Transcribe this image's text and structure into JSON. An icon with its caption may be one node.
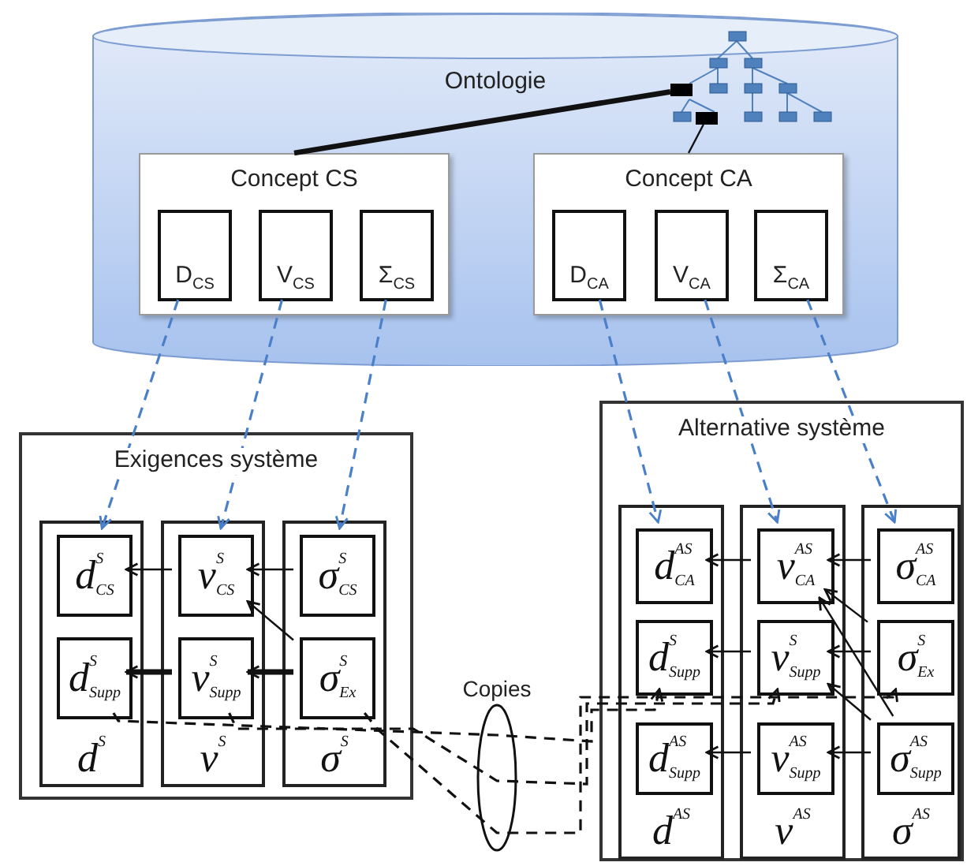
{
  "diagram": {
    "nodes": [
      {
        "text": [
          "Ontologie"
        ]
      },
      {
        "text": [],
        "shape": "box",
        "in": 0
      },
      {
        "text": [],
        "shape": "box",
        "in": 0
      },
      {
        "text": [
          "Concept CS"
        ],
        "in": 0
      },
      {
        "text": [
          "D$_{CS}$"
        ],
        "in": 3
      },
      {
        "text": [
          "V$_{CS}$"
        ],
        "in": 3
      },
      {
        "text": [
          "Σ$_{CS}$"
        ],
        "in": 3
      },
      {
        "text": [
          "Concept CA"
        ],
        "in": 0
      },
      {
        "text": [
          "D$_{CA}$"
        ],
        "in": 7
      },
      {
        "text": [
          "V$_{CA}$"
        ],
        "in": 7
      },
      {
        "text": [
          "Σ$_{CA}$"
        ],
        "in": 7
      },
      {
        "text": [
          "Exigences système"
        ]
      },
      {
        "text": [
          "d$^{S}$"
        ],
        "in": 11
      },
      {
        "text": [
          "d$^{S}$$_{CS}$"
        ],
        "in": 12
      },
      {
        "text": [
          "d$^{S}$$_{Supp}$"
        ],
        "in": 12
      },
      {
        "text": [
          "v$^{S}$"
        ],
        "in": 11
      },
      {
        "text": [
          "v$^{S}$$_{CS}$"
        ],
        "in": 15
      },
      {
        "text": [
          "v$^{S}$$_{Supp}$"
        ],
        "in": 15
      },
      {
        "text": [
          "σ$^{S}$"
        ],
        "in": 11
      },
      {
        "text": [
          "σ$^{S}$$_{CS}$"
        ],
        "in": 18
      },
      {
        "text": [
          "σ$^{S}$$_{Ex}$"
        ],
        "in": 18
      },
      {
        "text": [
          "Alternative système"
        ]
      },
      {
        "text": [
          "d$^{AS}$"
        ],
        "in": 21
      },
      {
        "text": [
          "d$^{AS}$$_{CA}$"
        ],
        "in": 22
      },
      {
        "text": [
          "d$^{S}$$_{Supp}$"
        ],
        "in": 22
      },
      {
        "text": [
          "d$^{AS}$$_{Supp}$"
        ],
        "in": 22
      },
      {
        "text": [
          "v$^{AS}$"
        ],
        "in": 21
      },
      {
        "text": [
          "v$^{AS}$$_{CA}$"
        ],
        "in": 26
      },
      {
        "text": [
          "v$^{S}$$_{Supp}$"
        ],
        "in": 26
      },
      {
        "text": [
          "v$^{AS}$$_{Supp}$"
        ],
        "in": 26
      },
      {
        "text": [
          "σ$^{AS}$"
        ],
        "in": 21
      },
      {
        "text": [
          "σ$^{AS}$$_{CA}$"
        ],
        "in": 30
      },
      {
        "text": [
          "σ$^{S}$$_{Ex}$"
        ],
        "in": 30
      },
      {
        "text": [
          "σ$^{AS}$$_{Supp}$"
        ],
        "in": 30
      }
    ],
    "edges": [
      {
        "from": 3,
        "to": 1,
        "arrow": "none",
        "style": "thick"
      },
      {
        "from": 7,
        "to": 2,
        "arrow": "none"
      },
      {
        "from": 4,
        "to": 13,
        "arrow": "to",
        "style": "dashed",
        "color": "#4a7fc9"
      },
      {
        "from": 5,
        "to": 16,
        "arrow": "to",
        "style": "dashed",
        "color": "#4a7fc9"
      },
      {
        "from": 6,
        "to": 19,
        "arrow": "to",
        "style": "dashed",
        "color": "#4a7fc9"
      },
      {
        "from": 8,
        "to": 23,
        "arrow": "to",
        "style": "dashed",
        "color": "#4a7fc9"
      },
      {
        "from": 9,
        "to": 27,
        "arrow": "to",
        "style": "dashed",
        "color": "#4a7fc9"
      },
      {
        "from": 10,
        "to": 31,
        "arrow": "to",
        "style": "dashed",
        "color": "#4a7fc9"
      },
      {
        "from": 16,
        "to": 13,
        "arrow": "to"
      },
      {
        "from": 19,
        "to": 16,
        "arrow": "to"
      },
      {
        "from": 17,
        "to": 14,
        "arrow": "to",
        "style": "thick"
      },
      {
        "from": 20,
        "to": 17,
        "arrow": "to",
        "style": "thick"
      },
      {
        "from": 20,
        "to": 16,
        "arrow": "to"
      },
      {
        "from": 27,
        "to": 23,
        "arrow": "to"
      },
      {
        "from": 31,
        "to": 27,
        "arrow": "to"
      },
      {
        "from": 28,
        "to": 24,
        "arrow": "to"
      },
      {
        "from": 32,
        "to": 28,
        "arrow": "to"
      },
      {
        "from": 29,
        "to": 25,
        "arrow": "to"
      },
      {
        "from": 33,
        "to": 29,
        "arrow": "to"
      },
      {
        "from": 32,
        "to": 27,
        "arrow": "to"
      },
      {
        "from": 33,
        "to": 27,
        "arrow": "to"
      },
      {
        "from": 33,
        "to": 28,
        "arrow": "to"
      },
      {
        "from": 14,
        "to": 24,
        "arrow": "to",
        "style": "dashed"
      },
      {
        "from": 17,
        "to": 28,
        "arrow": "to",
        "style": "dashed"
      },
      {
        "from": 20,
        "to": 32,
        "arrow": "to",
        "style": "dashed"
      }
    ],
    "labels": [
      "Copies"
    ]
  }
}
